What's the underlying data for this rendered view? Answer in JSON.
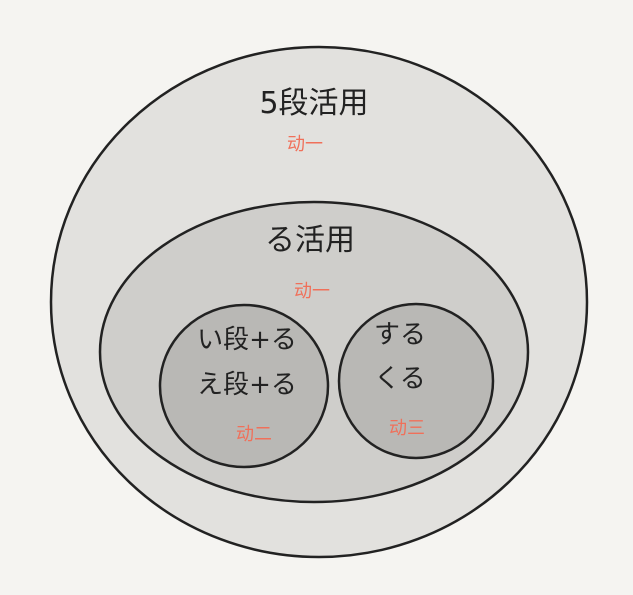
{
  "colors": {
    "background": "#f5f4f1",
    "outline": "#222222",
    "text": "#222222",
    "accent": "#f0705a",
    "outer_fill": "#e2e1de",
    "middle_fill": "#cfcecb",
    "inner_fill": "#b9b8b5"
  },
  "outer": {
    "title": "5段活用",
    "tag": "动一"
  },
  "middle": {
    "title": "る活用",
    "tag": "动一"
  },
  "left_inner": {
    "line1": "い段+る",
    "line2": "え段+る",
    "tag": "动二"
  },
  "right_inner": {
    "line1": "する",
    "line2": "くる",
    "tag": "动三"
  }
}
